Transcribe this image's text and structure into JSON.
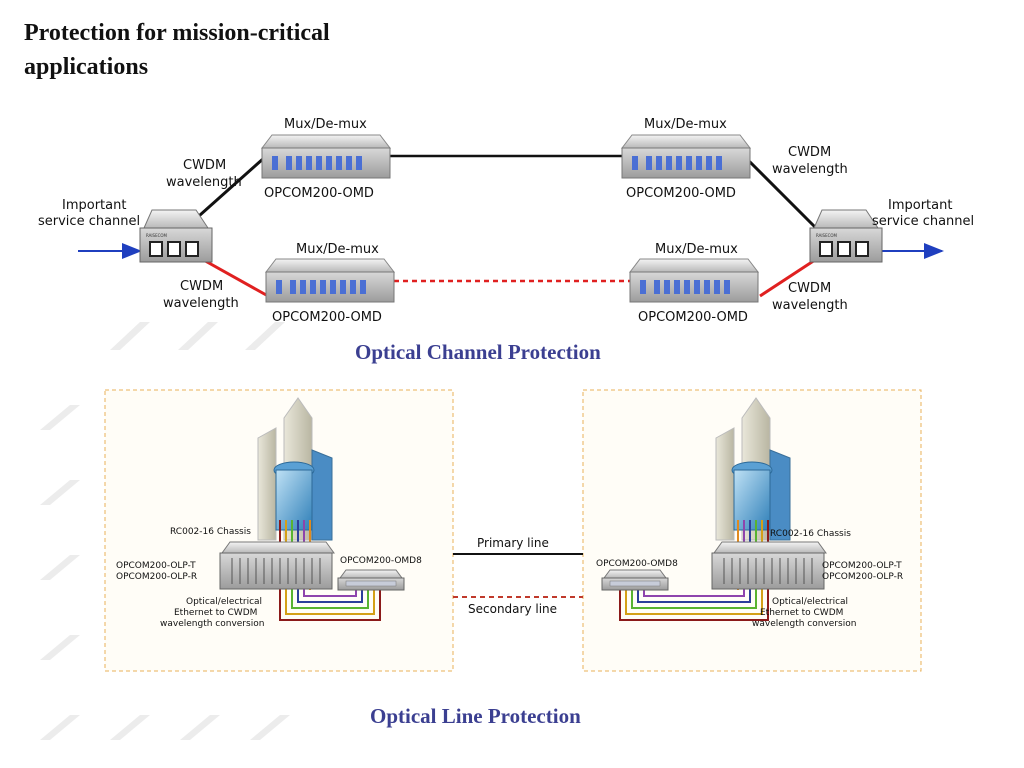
{
  "slide": {
    "title": "Protection for mission-critical applications"
  },
  "top_diagram": {
    "caption": "Optical Channel Protection",
    "left_service_label": [
      "Important",
      "service channel"
    ],
    "right_service_label": [
      "Important",
      "service channel"
    ],
    "mux_label": "Mux/De-mux",
    "omd_label": "OPCOM200-OMD",
    "cwdm_label": [
      "CWDM",
      "wavelength"
    ],
    "device_brand": "RAISECOM",
    "colors": {
      "primary": "#111111",
      "secondary": "#e02020",
      "arrow": "#1f3fbf"
    }
  },
  "bottom_diagram": {
    "caption": "Optical Line Protection",
    "primary_line": "Primary line",
    "secondary_line": "Secondary line",
    "left_panel": {
      "chassis_label": "RC002-16 Chassis",
      "olp_t": "OPCOM200-OLP-T",
      "olp_r": "OPCOM200-OLP-R",
      "omd8": "OPCOM200-OMD8",
      "conversion": [
        "Optical/electrical",
        "Ethernet to CWDM",
        "wavelength  conversion"
      ]
    },
    "right_panel": {
      "chassis_label": "RC002-16 Chassis",
      "olp_t": "OPCOM200-OLP-T",
      "olp_r": "OPCOM200-OLP-R",
      "omd8": "OPCOM200-OMD8",
      "conversion": [
        "Optical/electrical",
        "Ethernet to CWDM",
        "wavelength  conversion"
      ]
    },
    "fiber_colors": [
      "#8b1a1a",
      "#d4a017",
      "#58b330",
      "#8e44ad",
      "#2c3e9b",
      "#e08a1e"
    ]
  }
}
